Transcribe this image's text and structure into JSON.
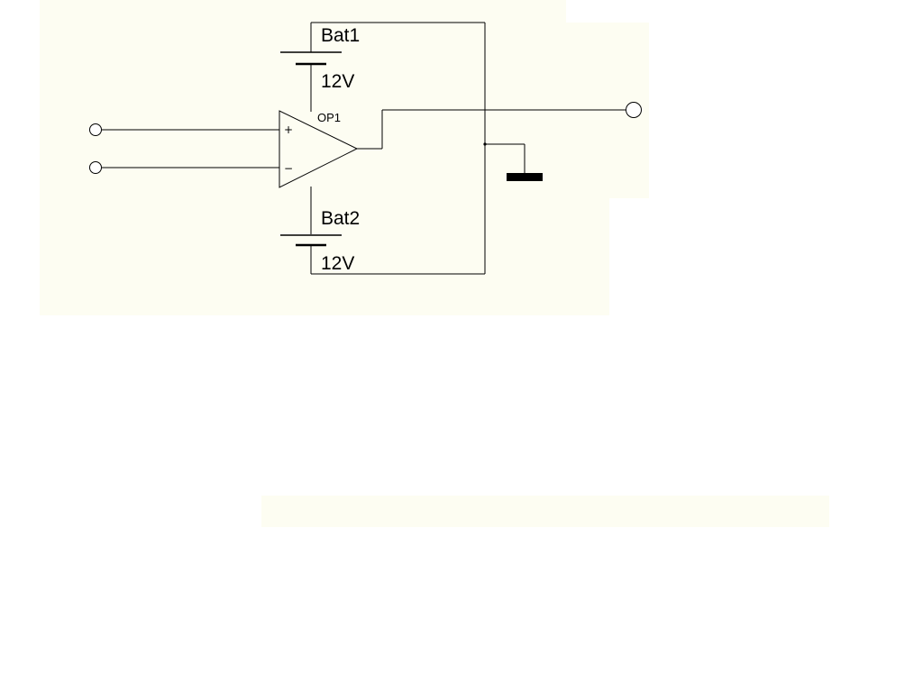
{
  "schematic": {
    "background_color": "#fdfdf2",
    "wire_color": "#000000",
    "components": {
      "battery_top": {
        "name": "Bat1",
        "voltage": "12V"
      },
      "battery_bottom": {
        "name": "Bat2",
        "voltage": "12V"
      },
      "opamp": {
        "name": "OP1",
        "non_inverting_sign": "+",
        "inverting_sign": "−"
      },
      "ground": {
        "icon": "ground-icon"
      },
      "terminals": {
        "input_1": {
          "icon": "terminal-circle-icon"
        },
        "input_2": {
          "icon": "terminal-circle-icon"
        },
        "output": {
          "icon": "terminal-circle-icon"
        }
      }
    }
  }
}
